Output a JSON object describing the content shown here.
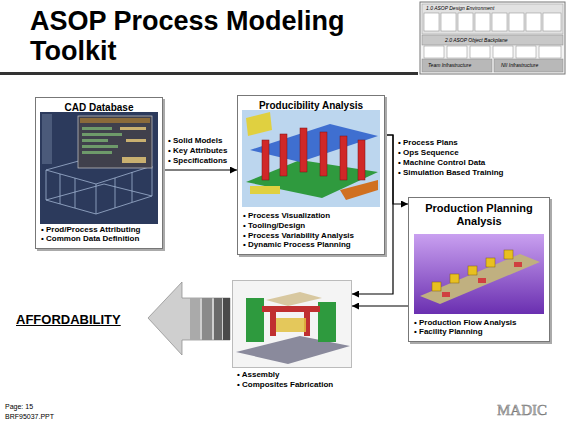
{
  "diagram": {
    "title": "ASOP Process Modeling Toolkit",
    "nodes": [
      {
        "text": [
          "CAD Database",
          "• Prod/Process Attributing",
          "• Common Data Definition"
        ]
      },
      {
        "text": [
          "Producibility Analysis",
          "• Process Visualization",
          "• Tooling/Design",
          "• Process Variability Analysis",
          "• Dynamic Process Planning"
        ]
      },
      {
        "text": [
          "Production Planning Analysis",
          "• Production Flow Analysis",
          "• Facility Planning"
        ]
      },
      {
        "text": [
          "• Assembly",
          "• Composites Fabrication"
        ]
      }
    ],
    "edges": [
      {
        "from": 0,
        "to": 1,
        "arrow": "to"
      },
      {
        "from": 1,
        "to": 2,
        "arrow": "to"
      },
      {
        "from": 1,
        "to": 3,
        "arrow": "to"
      },
      {
        "from": 2,
        "to": 3,
        "arrow": "to"
      }
    ],
    "labels": [
      "1.0 ASOP Design Environment",
      "2.0 ASOP Object Backplane",
      "Team Infrastructure",
      "NII Infrastructure",
      "• Solid Models",
      "• Key Attributes",
      "• Specifications",
      "• Process Plans",
      "• Ops Sequence",
      "• Machine Control Data",
      "• Simulation Based Training",
      "AFFORDABILITY",
      "Page: 15",
      "BRF95037.PPT",
      "MADIC"
    ]
  }
}
